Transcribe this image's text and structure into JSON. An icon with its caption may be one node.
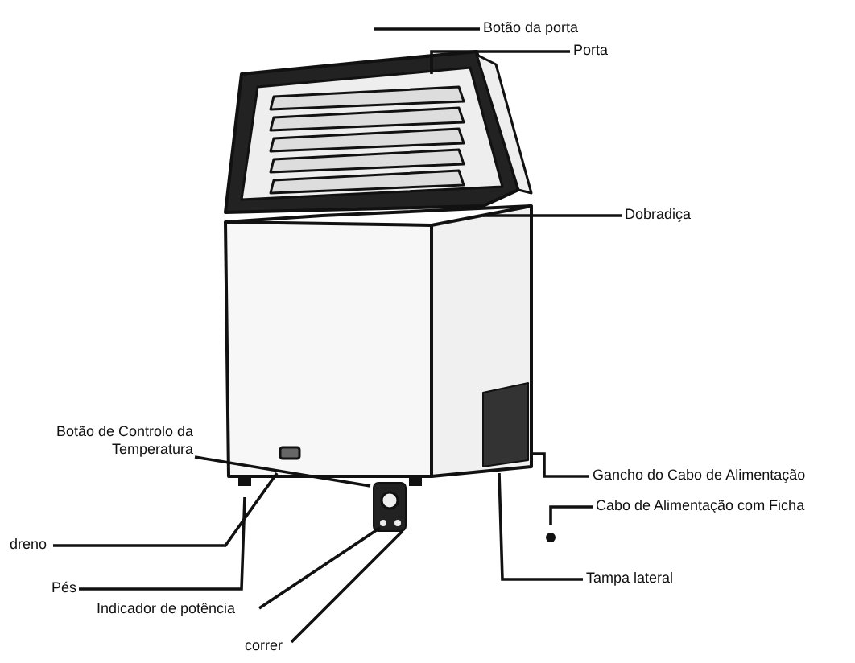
{
  "diagram": {
    "nodes": [
      {
        "text": [
          "Botão da porta"
        ]
      },
      {
        "text": [
          "Porta"
        ]
      },
      {
        "text": [
          "Dobradiça"
        ]
      },
      {
        "text": [
          "Botão de Controlo da Temperatura"
        ]
      },
      {
        "text": [
          "dreno"
        ]
      },
      {
        "text": [
          "Pés"
        ]
      },
      {
        "text": [
          "Indicador de potência"
        ]
      },
      {
        "text": [
          "correr"
        ]
      },
      {
        "text": [
          "Gancho do Cabo de Alimentação"
        ]
      },
      {
        "text": [
          "Cabo de Alimentação com Ficha"
        ]
      },
      {
        "text": [
          "Tampa lateral"
        ]
      }
    ],
    "edges": [
      {
        "from": 0,
        "to": null,
        "arrow": "none"
      },
      {
        "from": 1,
        "to": null,
        "arrow": "none"
      },
      {
        "from": 2,
        "to": null,
        "arrow": "none"
      },
      {
        "from": 3,
        "to": null,
        "arrow": "none"
      },
      {
        "from": 4,
        "to": null,
        "arrow": "none"
      },
      {
        "from": 5,
        "to": null,
        "arrow": "none"
      },
      {
        "from": 6,
        "to": null,
        "arrow": "none"
      },
      {
        "from": 7,
        "to": null,
        "arrow": "none"
      },
      {
        "from": 8,
        "to": null,
        "arrow": "none"
      },
      {
        "from": 9,
        "to": null,
        "arrow": "none"
      },
      {
        "from": 10,
        "to": null,
        "arrow": "none"
      }
    ]
  }
}
